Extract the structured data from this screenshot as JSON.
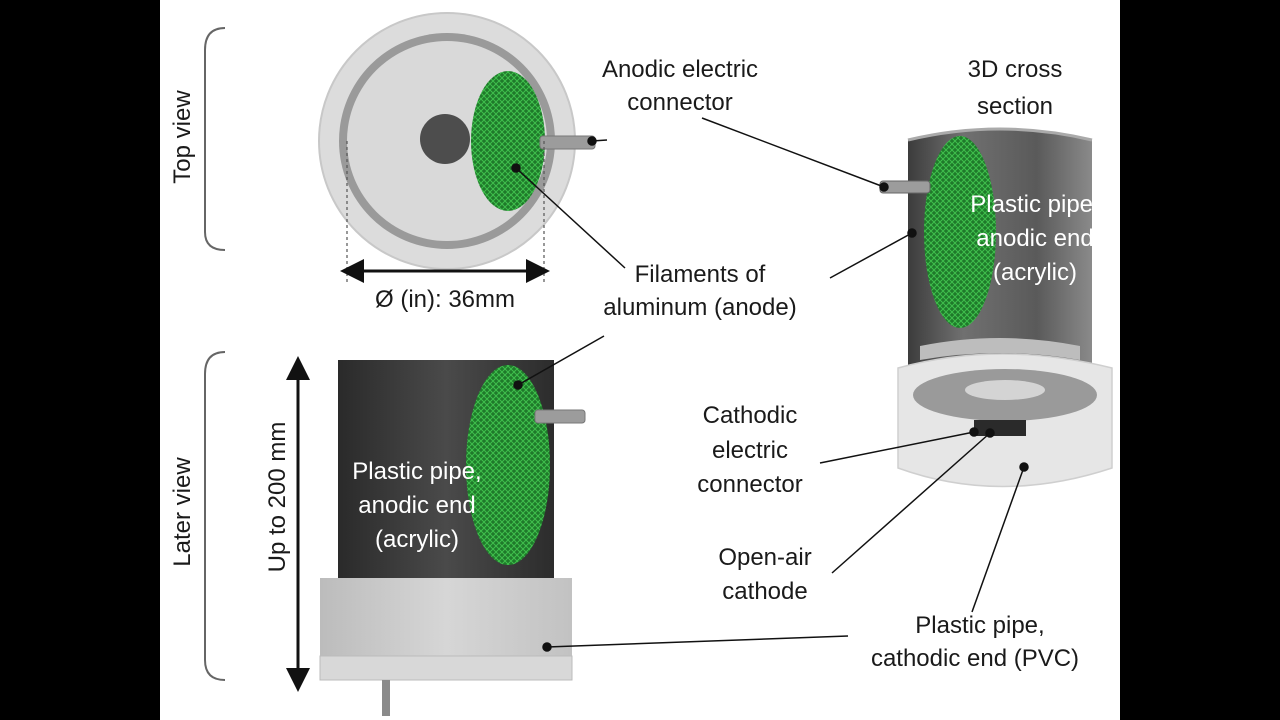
{
  "labels": {
    "top_view": "Top view",
    "later_view": "Later view",
    "height": "Up to 200 mm",
    "diameter": "Ø (in): 36mm",
    "anodic_connector_1": "Anodic electric",
    "anodic_connector_2": "connector",
    "section_1": "3D cross",
    "section_2": "section",
    "filaments_1": "Filaments of",
    "filaments_2": "aluminum (anode)",
    "pipe_anodic_right_1": "Plastic pipe,",
    "pipe_anodic_right_2": "anodic end",
    "pipe_anodic_right_3": "(acrylic)",
    "pipe_anodic_left_1": "Plastic pipe,",
    "pipe_anodic_left_2": "anodic end",
    "pipe_anodic_left_3": "(acrylic)",
    "cathodic_connector_1": "Cathodic",
    "cathodic_connector_2": "electric",
    "cathodic_connector_3": "connector",
    "open_air_1": "Open-air",
    "open_air_2": "cathode",
    "pvc_1": "Plastic pipe,",
    "pvc_2": "cathodic end (PVC)"
  },
  "colors": {
    "anode_green": "#1f8a2c",
    "pipe_dark": "#3a3a3a",
    "pvc_gray": "#c9c9c9",
    "leader": "#111111"
  }
}
